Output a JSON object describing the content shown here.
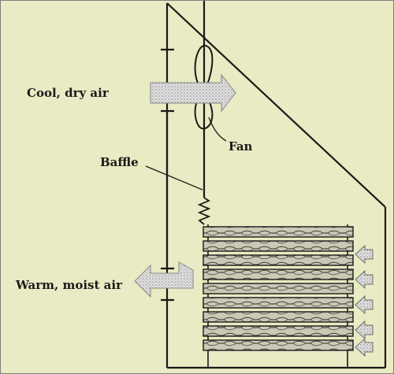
{
  "labels": {
    "cool_air": "Cool, dry air",
    "fan": "Fan",
    "baffle": "Baffle",
    "warm_air": "Warm, moist air"
  },
  "colors": {
    "background": "#e8ebc3",
    "line": "#1a1a1a",
    "arrow_fill": "#cfcfcf"
  },
  "icons": {
    "fan": "fan-icon",
    "baffle": "spring-icon",
    "airflow": "arrow-icon"
  }
}
